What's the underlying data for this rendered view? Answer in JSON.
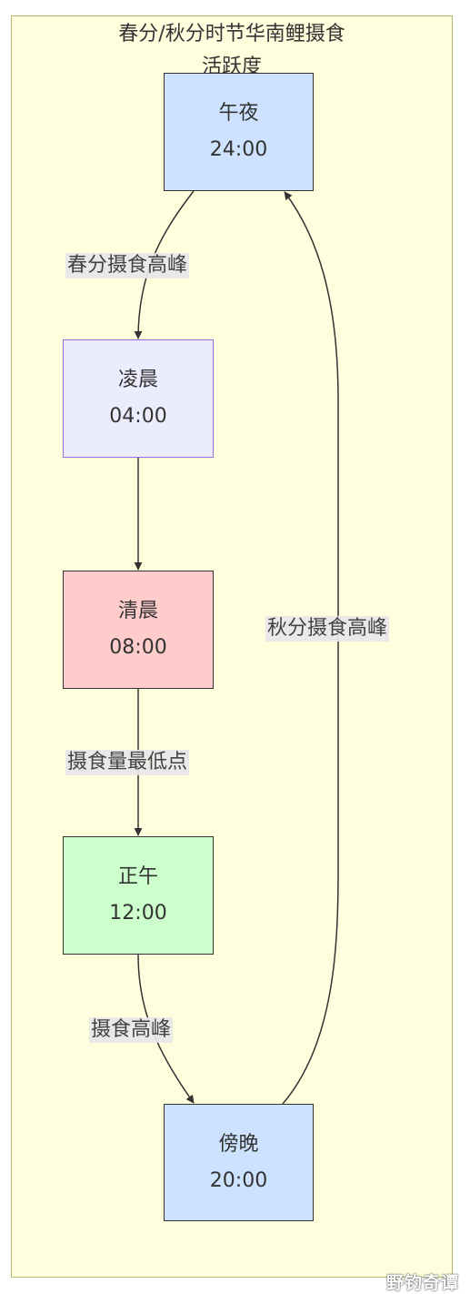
{
  "title": "春分/秋分时节华南鲤摄食活跃度",
  "title_line1": "春分/秋分时节华南鲤摄食",
  "title_line2": "活跃度",
  "nodes": [
    {
      "label": "午夜",
      "time": "24:00"
    },
    {
      "label": "凌晨",
      "time": "04:00"
    },
    {
      "label": "清晨",
      "time": "08:00"
    },
    {
      "label": "正午",
      "time": "12:00"
    },
    {
      "label": "傍晚",
      "time": "20:00"
    }
  ],
  "edges": [
    {
      "from": "午夜",
      "to": "凌晨",
      "label": "春分摄食高峰"
    },
    {
      "from": "凌晨",
      "to": "清晨",
      "label": ""
    },
    {
      "from": "清晨",
      "to": "正午",
      "label": "摄食量最低点"
    },
    {
      "from": "正午",
      "to": "傍晚",
      "label": "摄食高峰"
    },
    {
      "from": "傍晚",
      "to": "午夜",
      "label": "秋分摄食高峰"
    }
  ],
  "watermark": "野钓奇谭",
  "colors": {
    "frame_fill": "#ffffde",
    "frame_stroke": "#b8b86a",
    "blue_node": "#cde2ff",
    "lavender_node": "#ececff",
    "pink_node": "#ffcccc",
    "green_node": "#ccffcc",
    "edge_label_bg": "#e8e8e8",
    "stroke": "#333333"
  }
}
